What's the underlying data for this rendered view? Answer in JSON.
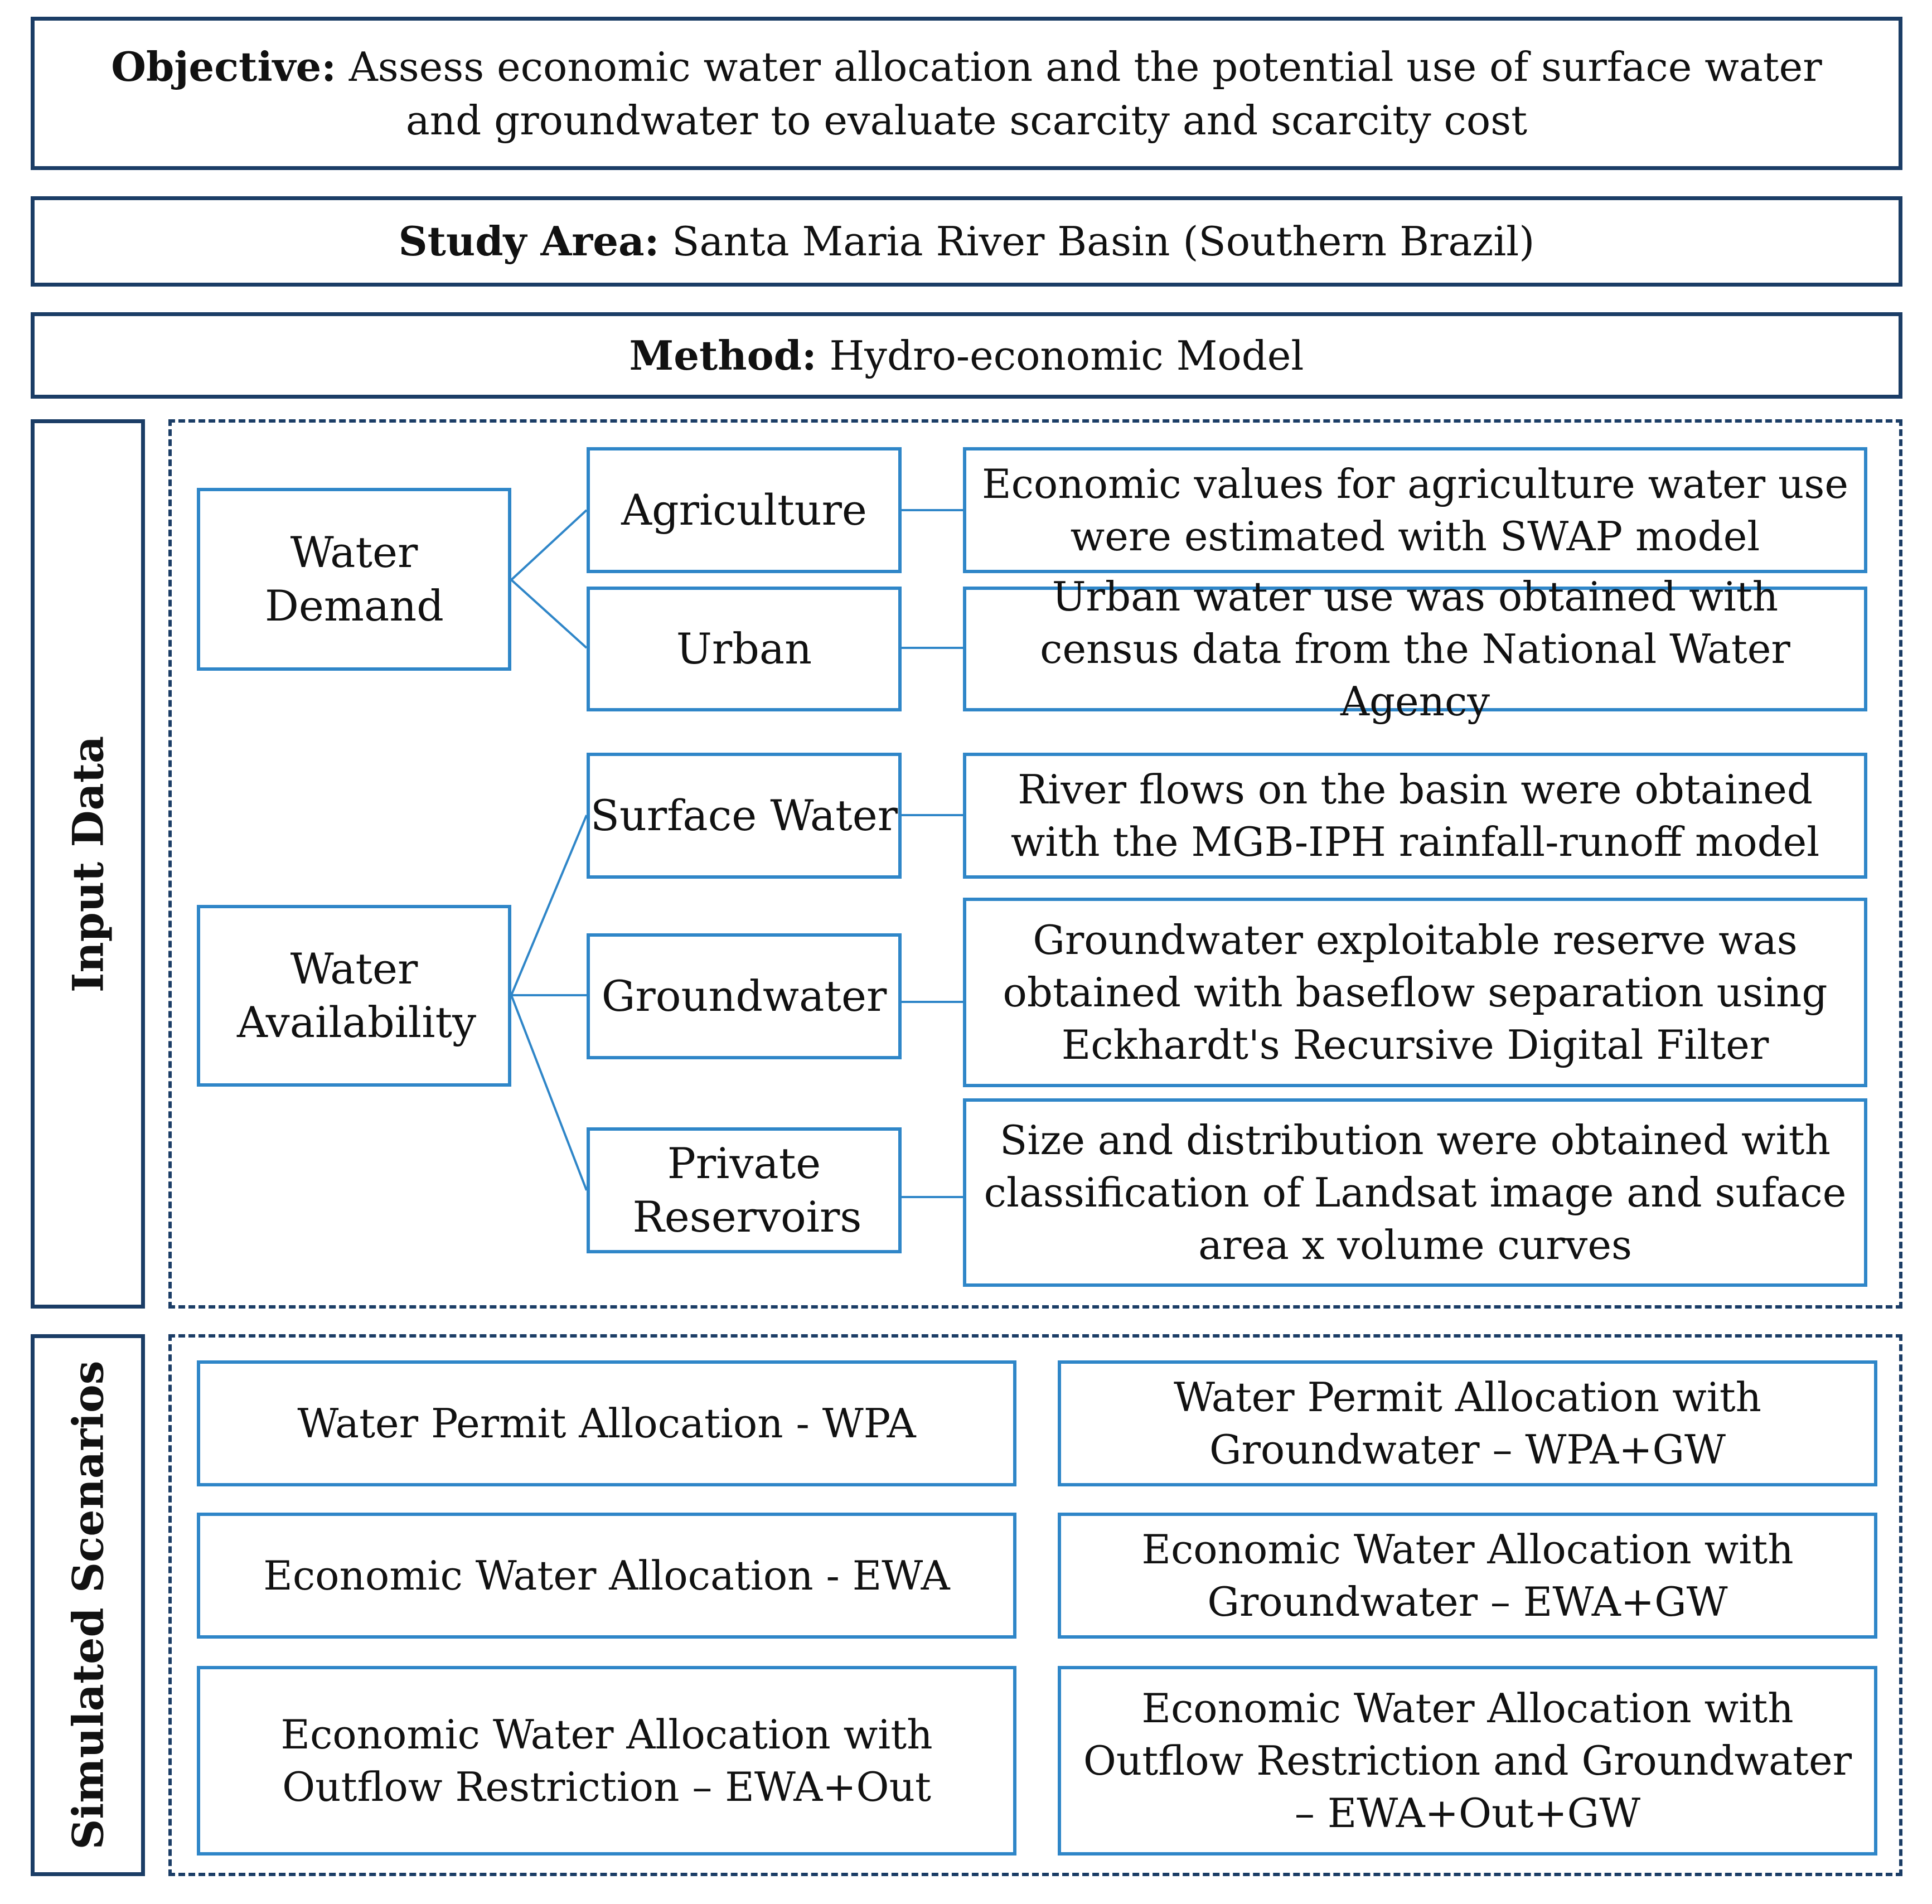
{
  "objective": {
    "label": "Objective:",
    "text": "Assess economic water allocation and the potential use of surface water and groundwater to evaluate scarcity and scarcity cost"
  },
  "study_area": {
    "label": "Study Area:",
    "text": "Santa Maria River Basin (Southern Brazil)"
  },
  "method": {
    "label": "Method:",
    "text": "Hydro-economic Model"
  },
  "input_data": {
    "label": "Input Data",
    "water_demand": {
      "label": "Water Demand",
      "agriculture": {
        "label": "Agriculture",
        "desc": "Economic values for agriculture water use were estimated with SWAP model"
      },
      "urban": {
        "label": "Urban",
        "desc": "Urban water use was obtained with census data from the National Water Agency"
      }
    },
    "water_availability": {
      "label": "Water Availability",
      "surface_water": {
        "label": "Surface Water",
        "desc": "River flows on the basin were obtained with the MGB-IPH rainfall-runoff model"
      },
      "groundwater": {
        "label": "Groundwater",
        "desc": "Groundwater exploitable reserve was obtained with baseflow separation using Eckhardt's Recursive Digital Filter"
      },
      "private_reservoirs": {
        "label": "Private Reservoirs",
        "desc": "Size and distribution were obtained with classification of Landsat image and suface area x volume curves"
      }
    }
  },
  "simulated_scenarios": {
    "label": "Simulated Scenarios",
    "wpa": "Water Permit Allocation - WPA",
    "wpa_gw": "Water Permit Allocation with Groundwater – WPA+GW",
    "ewa": "Economic Water Allocation - EWA",
    "ewa_gw": "Economic Water Allocation with Groundwater – EWA+GW",
    "ewa_out": "Economic Water Allocation with Outflow Restriction – EWA+Out",
    "ewa_out_gw": "Economic Water Allocation with Outflow Restriction and Groundwater – EWA+Out+GW"
  },
  "colors": {
    "dark_border": "#1b3d66",
    "blue_border": "#2f86c8"
  }
}
